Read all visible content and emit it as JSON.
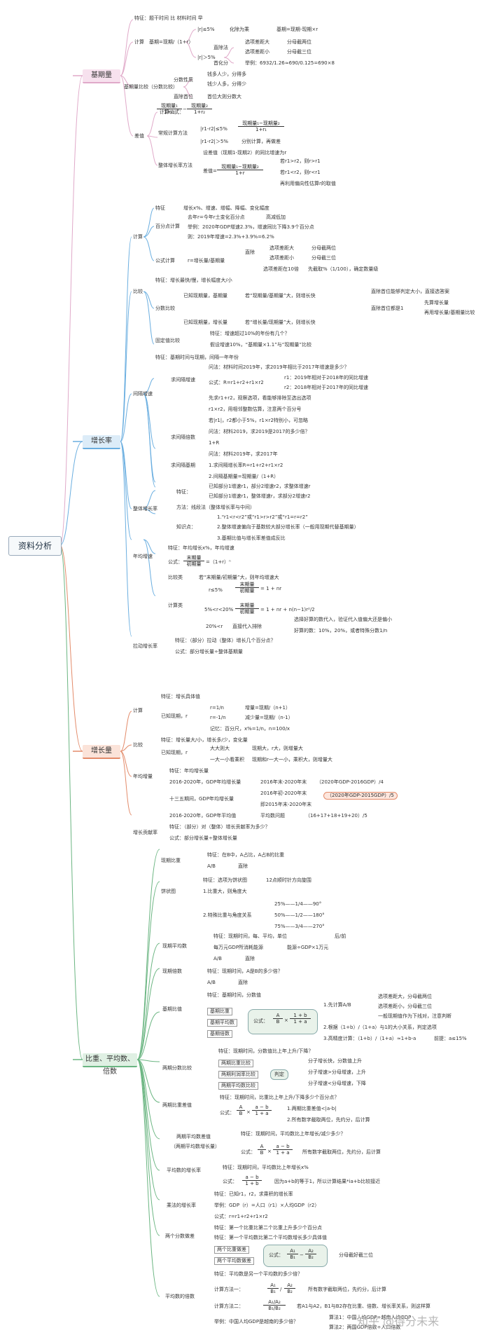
{
  "root": "资料分析",
  "colors": {
    "jiqi": "#e0a9c9",
    "zengzhanglv": "#6aaee0",
    "zengzhangliang": "#e38b6a",
    "bizhong": "#6ab581"
  },
  "sections": {
    "jiqi": "基期量",
    "zengzhanglv": "增长率",
    "zengzhangliang": "增长量",
    "bizhong": "比重、平均数、倍数"
  },
  "jiqi": {
    "feature": "特征：题干时间 比 材料时间 早",
    "calc": "计算",
    "calc_formula": "基期=现期/（1+r）",
    "r5a": "|r|≤5%",
    "hua": "化除为乘",
    "hua_f": "基期=现期-现期×r",
    "r5b": "|r|＞5%",
    "zhichu": "直除法",
    "z1": "选项差距大",
    "z1b": "分母截两位",
    "z2": "选项差距小",
    "z2b": "分母截三位",
    "shou": "首化分",
    "shou_ex": "举例：6932/1.26≈690/0.125=690×8",
    "cmp": "基期量比较（分数比较）",
    "fenshu": "分数性质",
    "f1": "钱多人少，分得多",
    "f2": "钱少人多，分得少",
    "zhichu2": "直除首位",
    "f3": "首位大则分数大",
    "chazhi": "差值",
    "calc_gs": "计算公式：",
    "change": "常规计算方法",
    "c1": "|r1-r2|≤5%",
    "c2": "|r1-r2|＞5%",
    "c2b": "分别计算，再做差",
    "whole": "整体增长率方法",
    "w1": "设差值（现期1-现期2）的同比增速为r",
    "w2": "差值=",
    "w3": "若r1>r2，则r>r1",
    "w4": "若r1<r2，则r<r1",
    "w5": "再利用偏向性估算r的取值"
  },
  "zengzhanglv": {
    "calc": "计算",
    "feat": "特征",
    "feat_t": "增长x%、增速、增幅、降幅、变化幅度",
    "bfd": "百分点计算",
    "b1": "去年r=今年r土变化百分点",
    "b1b": "高减低加",
    "b2": "举例：2020年GDP增速2.3%，增速同比下降3.9个百分点",
    "b3": "则：2019年增速=2.3%+3.9%=6.2%",
    "gs": "公式计算",
    "gs_f": "r=增长量/基期量",
    "zc": "直除",
    "zc1": "选项差距大",
    "zc1b": "分母截两位",
    "zc2": "选项差距小",
    "zc2b": "分母截三位",
    "zc3": "选项差距在10倍",
    "zc3b": "先截取%（1/100），确定数量级",
    "cmp": "比较",
    "cmp_feat": "特征：增长最快/慢，增长幅度大/小",
    "fenshu": "分数比较",
    "known1": "已知现期量，基期量",
    "known1b": "若“现期量/基期量”大，则增长快",
    "zcsw": "直除首位能够判定大小，直接选答案",
    "zcsw2": "直除首位都是1",
    "xmzz": "先算增长量",
    "zr": "再用增长量/基期量比较",
    "known2": "已知现期量，增长量",
    "known2b": "若“增长量/现期量”大，则增长快",
    "gdzbj": "固定值比较",
    "g1": "特征：增速超过10%的年份有几个？",
    "g2": "假设增速10%，“基期量×1.1”与“现期量”比较",
    "jgzs": "间隔增速",
    "jfeat": "特征：基期时间与现期，间隔一年年份",
    "qjg": "求间隔增速",
    "q1": "问法：材料时间2019年，求2019年相比于2017年增速是多少？",
    "q2": "公式：R=r1+r2+r1×r2",
    "q3": "r1：2019年相对于2018年的同比增速",
    "q4": "r2：2018年相对于2017年的同比增速",
    "q5": "先求r1+r2，观察选项，看能够排除至选出选项",
    "q6": "r1×r2，用相邻整数估算，注意两个百分号",
    "q7": "若|r1|，r2都小于5%，r1×r2特别小，可忽略",
    "qbs": "求间隔倍数",
    "qb1": "问法：材料2019，求2019是2017的多少倍？",
    "qb2": "1+R",
    "qjj": "求间隔基期",
    "qj1": "问法：材料2019年，求2017年",
    "qj2": "1.求间隔增长率R=r1+r2+r1×r2",
    "qj3": "2.间隔基期量=现期量/（1+R）",
    "ztzz": "整体增长率",
    "zt1": "特征：",
    "zt1a": "已知部分1增速r1，部分2增速r2，求整体增速r",
    "zt1b": "已知部分1增速r1，整体增速r，求部分2增速r2",
    "zt2": "方法：线段法（整体增长率与中间）",
    "zt3": "知识点：",
    "zt3a": "1.“r1<r<r2”或“r1>r>r2”或“r1=r=r2”",
    "zt3b": "2.整体增速偏向于基数较大部分增长率（一般用现期代替基期量）",
    "zt3c": "3.基期比值与增长率差值成反比",
    "npj": "年均增速",
    "n1": "特征：年均增长x%，年均增速",
    "n2": "公式：",
    "n2f": "=（1+r）ⁿ",
    "n3": "比较类",
    "n3b": "若“末期量/初期量”大，则年均增速大",
    "n4": "计算类",
    "n5": "r≤5%",
    "n6": "5%<r<20%",
    "n7": "20%<r",
    "n7b": "直接代入排除",
    "n8": "选择好算的数代入，验证代入值偏大还是偏小",
    "n9": "好算的数：10%，20%，或者特殊分数1/n",
    "ldzz": "拉动增长率",
    "l1": "特征：（部分）拉动（整体）增长几个百分点？",
    "l2": "公式：部分增长量÷整体基期量"
  },
  "zengzhangliang": {
    "calc": "计算",
    "c1": "特征：增长具体值",
    "c2": "已知现期，r",
    "c3": "r=1/n",
    "c3b": "增量=现期/（n+1）",
    "c4": "r=-1/n",
    "c4b": "减少量=现期/（n-1）",
    "c5": "记忆：百分尺，x%=1/n，n=100/x",
    "cmp": "比较",
    "m1": "特征：增长量大/小，增长多/少，变化量",
    "m2": "已知现期，r",
    "m3": "大大则大",
    "m3b": "现期大，r大，则增量大",
    "m4": "一大一小看乘积",
    "m4b": "现期和r一大一小，乘积大，则增量大",
    "nj": "年均增量",
    "n1": "特征：年均增长量",
    "n2": "2016-2020年，GDP年均增长量",
    "n2b": "2016年末-2020年末",
    "n2c": "（2020年GDP-2016GDP）/4",
    "n3": "十三五期间，GDP年均增长量",
    "n3b": "2016年初-2020年末",
    "n3c": "即2015年末-2020年末",
    "n3d": "（2020年GDP-2015GDP）/5",
    "n4": "2016-2020年，GDP年平均值",
    "n4b": "平均数问题",
    "n4c": "（16+17+18+19+20）/5",
    "gx": "增长贡献率",
    "g1": "特征：（部分）对（整体）增长贡献率为多少？",
    "g2": "公式：部分增长量÷整体增长量"
  },
  "bizhong": {
    "xqbz": "现期比重",
    "x1": "特征：在B中，A占比，A占B的比重",
    "x2": "A/B",
    "x2b": "直除",
    "bzt": "饼状图",
    "b1": "特征：选项为饼状图",
    "b1b": "12点顺时针方向旋围",
    "b2": "1.比重大，则角度大",
    "b3": "2.特殊比重与角度关系",
    "b3a": "25%——1/4——90°",
    "b3b": "50%——1/2——180°",
    "b3c": "75%——3/4——270°",
    "xqpj": "现期平均数",
    "p1": "特征：现期时间，每、平均，单位",
    "p1b": "后/前",
    "p2": "每万元GDP所消耗能源",
    "p2b": "能源÷GDP×1万元",
    "p3": "A/B",
    "p3b": "直除",
    "xqbs": "现期倍数",
    "bs1": "特征：现期时间，A是B的多少倍？",
    "bs2": "A/B",
    "bs2b": "直除",
    "jqbz": "基期比值",
    "jq1": "特征：基期时间，分数值",
    "jqbzb": "基期比重",
    "jqpj": "基期平均数",
    "jqbs": "基期倍数",
    "jgs": "公式：",
    "jr1": "1.先计算A/B",
    "jr1a": "选项差距大，分母截两位",
    "jr1b": "选项差距小，分母截三位",
    "jr1c": "一般现期值作为下线对，注意判断",
    "jr2": "2.根据（1+b）/（1+a）与1的大小关系，判定选项",
    "jr3": "3.高精度计算：（1+b）/（1+a）≈1+b-a",
    "jr3b": "前提：a≤15%",
    "lqfs": "两期分数比较",
    "lq1": "特征：现期时间，分数值比上年上升/下降？",
    "lq2": "两期比重比较",
    "lq3": "两期利润率比较",
    "lq4": "两期平均数比较",
    "pd": "判定",
    "pd1": "分子增长快，分数值上升",
    "pd2": "分子增速>分母增速，上升",
    "pd3": "分子增速<分母增速，下降",
    "lqbz": "两期比重差值",
    "lb1": "特征：现期时间，比重比上年上升/下降多少个百分点？",
    "lb2": "公式：",
    "lb3": "1.两期比重差值<|a-b|",
    "lb4": "2.所有数字截取两位，先约分，后计算",
    "lqpj": "两期平均数差值",
    "lqpj2": "（两期平均数增长量）",
    "lp1": "特征：现期时间，平均数比上年增长/减少多少？",
    "lp2": "公式：",
    "lp3": "所有数字截取两位，先约分，后计算",
    "pjzz": "平均数的增长率",
    "pz1": "特征：现期时间，平均数比上年增长x%",
    "pz2": "公式：",
    "pz3": "因为a+b的等于1，所以计算结果*ia+b比较接近",
    "cf": "乘法的增长率",
    "cf1": "特征：已知r1，r2，求乘积的增长率",
    "cf2": "举例：GDP（r）=人口（r1）×人均GDP（r2）",
    "cf3": "公式：r=r1+r2+r1×r2",
    "lgfs": "两个分数做差",
    "lg1": "特征：第一个比重比第二个比重上升多少个百分点",
    "lg2": "特征：第一个平均数比第二个平均数增长多少具体值",
    "lg3": "两个比重做差",
    "lg4": "两个平均数做差",
    "lg5": "分母截好截三位",
    "pjbs": "平均数的倍数",
    "pb1": "特征：平均数是另一个平均数的多少倍？",
    "pb2": "计算方法一：",
    "pb2b": "所有数字截取两位，先约分，后计算",
    "pb3": "计算方法二：",
    "pb3b": "若A1与A2，B1与B2存在比重、倍数、增长率关系，则这样算",
    "pb4": "举例：中国人均GDP是越南的多少倍？",
    "pb4a": "算法1：中国人均GDP÷越南人均GDP",
    "pb4b": "算法2：两国GDP倍数÷人口倍数"
  },
  "watermark": "知乎 @得分未来"
}
